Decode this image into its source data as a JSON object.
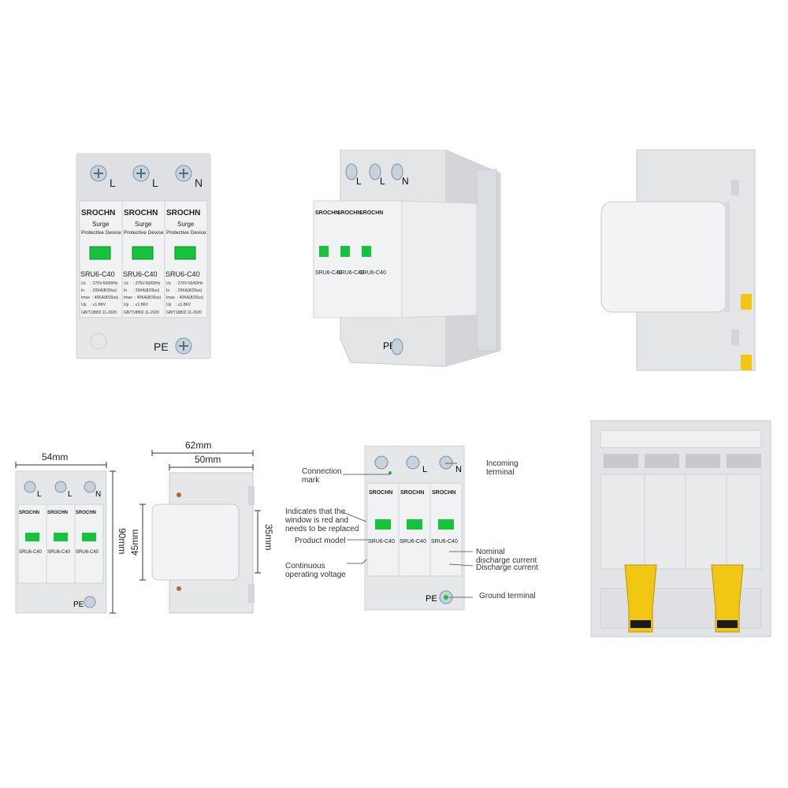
{
  "brand": "SROCHN",
  "surge": "Surge",
  "protective_device": "Protective Device",
  "model": "SRU6-C40",
  "terminals": {
    "l1": "L",
    "l2": "L",
    "n": "N",
    "pe": "PE"
  },
  "specs": {
    "uc_key": "Uc",
    "uc_val": ": 275V-50/60Hz",
    "in_key": "In",
    "in_val": ": 20KA(8/20us)",
    "imax_key": "Imax",
    "imax_val": ": 40KA(8/20us)",
    "up_key": "Up",
    "up_val": ": ≤1.8KV"
  },
  "standard": "GB/T18802.11-2020",
  "dimensions": {
    "width_total": "54mm",
    "depth_total": "62mm",
    "depth_inner": "50mm",
    "height_total": "90mm",
    "front_height": "45mm",
    "rail_height": "35mm"
  },
  "callouts": {
    "connection_mark": "Connection\nmark",
    "window_red": "Indicates that the\nwindow is red and\nneeds to be replaced",
    "product_model": "Product model",
    "continuous_voltage": "Continuous\noperating voltage",
    "incoming_terminal": "Incoming\nterminal",
    "nominal_discharge": "Nominal\ndischarge current",
    "discharge_current": "Discharge current",
    "ground_terminal": "Ground terminal"
  },
  "colors": {
    "body": "#e9eaec",
    "window": "#16c33c",
    "clip": "#f2c713",
    "screw": "#8aa0b8"
  }
}
